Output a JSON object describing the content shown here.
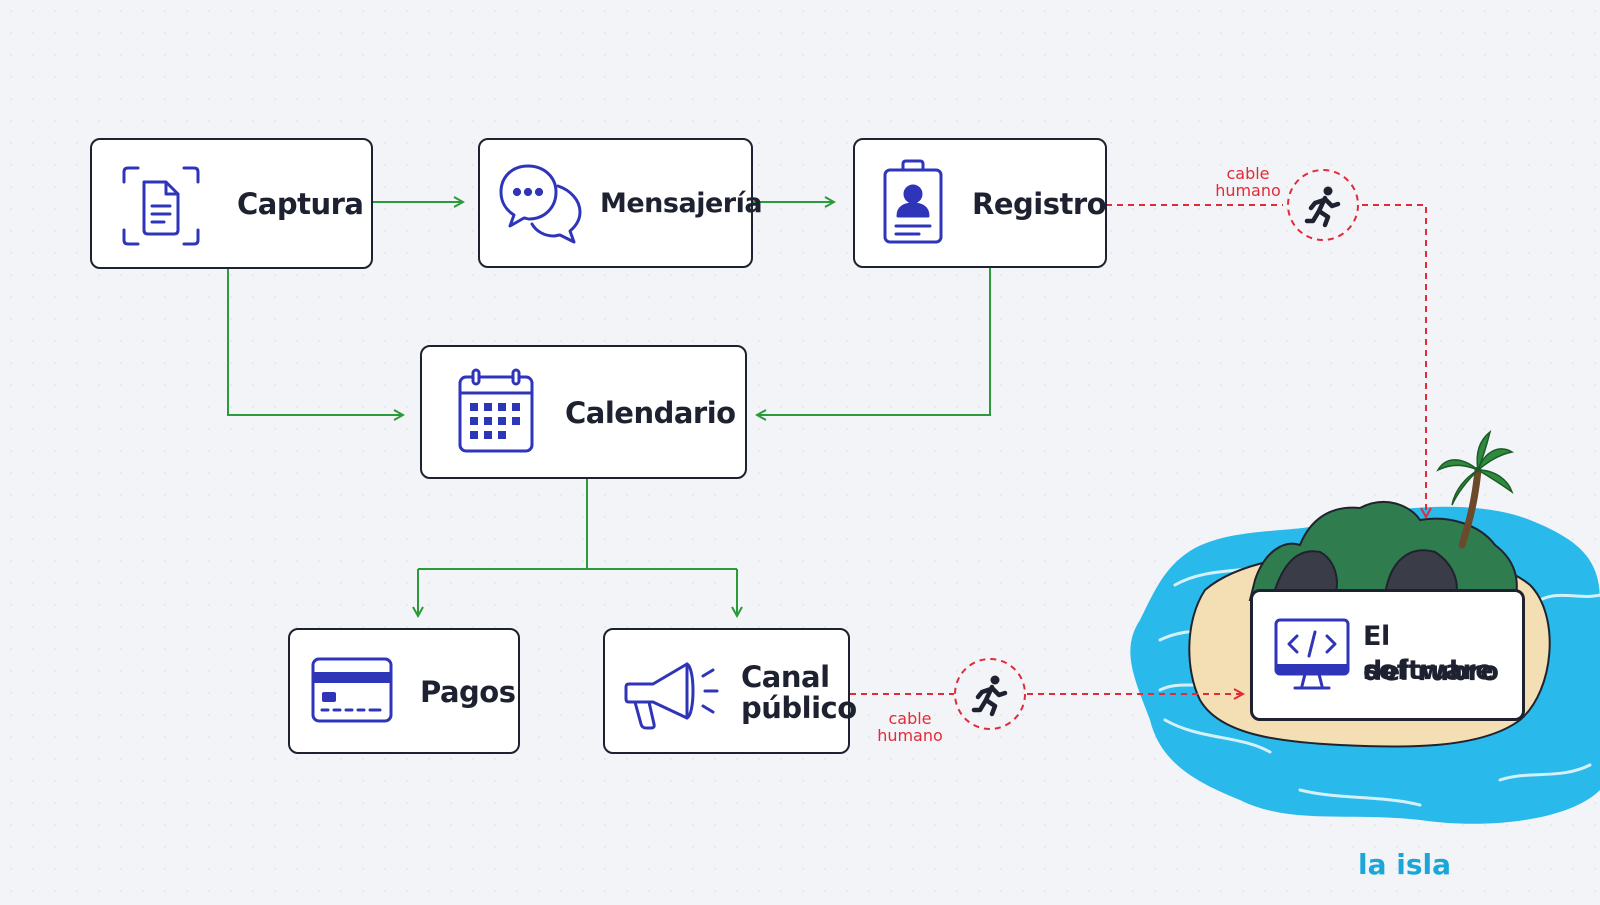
{
  "nodes": {
    "captura": {
      "label": "Captura",
      "icon": "document-scan-icon"
    },
    "mensajeria": {
      "label": "Mensajería",
      "icon": "chat-bubbles-icon"
    },
    "registro": {
      "label": "Registro",
      "icon": "id-badge-icon"
    },
    "calendario": {
      "label": "Calendario",
      "icon": "calendar-icon"
    },
    "pagos": {
      "label": "Pagos",
      "icon": "credit-card-icon"
    },
    "canal": {
      "label_line1": "Canal",
      "label_line2": "público",
      "icon": "megaphone-icon"
    },
    "software": {
      "label_line1": "El software",
      "label_line2": "del rubro",
      "icon": "code-monitor-icon"
    }
  },
  "connectors": {
    "top": {
      "line1": "cable",
      "line2": "humano",
      "icon": "running-person-icon"
    },
    "bottom": {
      "line1": "cable",
      "line2": "humano",
      "icon": "running-person-icon"
    }
  },
  "island": {
    "label": "la isla"
  },
  "colors": {
    "flow_arrow": "#2a9a3a",
    "human_cable": "#e12b38",
    "icon": "#2f35b8",
    "border": "#1e2230",
    "water": "#29b9ea",
    "island_label": "#1aa6d9"
  }
}
